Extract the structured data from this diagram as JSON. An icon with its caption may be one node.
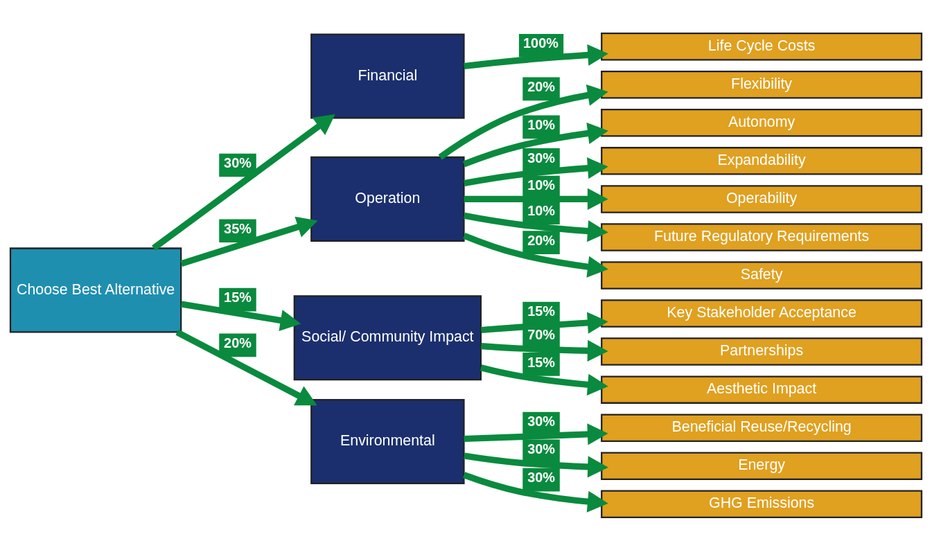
{
  "diagram": {
    "nodes": [
      {
        "text": [
          "Choose Best Alternative"
        ]
      },
      {
        "text": [
          "Financial"
        ]
      },
      {
        "text": [
          "Operation"
        ]
      },
      {
        "text": [
          "Social/ Community Impact"
        ]
      },
      {
        "text": [
          "Environmental"
        ]
      },
      {
        "text": [
          "Life Cycle Costs"
        ]
      },
      {
        "text": [
          "Flexibility"
        ]
      },
      {
        "text": [
          "Autonomy"
        ]
      },
      {
        "text": [
          "Expandability"
        ]
      },
      {
        "text": [
          "Operability"
        ]
      },
      {
        "text": [
          "Future Regulatory Requirements"
        ]
      },
      {
        "text": [
          "Safety"
        ]
      },
      {
        "text": [
          "Key Stakeholder Acceptance"
        ]
      },
      {
        "text": [
          "Partnerships"
        ]
      },
      {
        "text": [
          "Aesthetic Impact"
        ]
      },
      {
        "text": [
          "Beneficial Reuse/Recycling"
        ]
      },
      {
        "text": [
          "Energy"
        ]
      },
      {
        "text": [
          "GHG Emissions"
        ]
      }
    ],
    "edges": [
      {
        "from": 0,
        "to": 1,
        "arrow": "to",
        "label": "30%"
      },
      {
        "from": 0,
        "to": 2,
        "arrow": "to",
        "label": "35%"
      },
      {
        "from": 0,
        "to": 3,
        "arrow": "to",
        "label": "15%"
      },
      {
        "from": 0,
        "to": 4,
        "arrow": "to",
        "label": "20%"
      },
      {
        "from": 1,
        "to": 5,
        "arrow": "to",
        "label": "100%"
      },
      {
        "from": 2,
        "to": 6,
        "arrow": "to",
        "label": "20%"
      },
      {
        "from": 2,
        "to": 7,
        "arrow": "to",
        "label": "10%"
      },
      {
        "from": 2,
        "to": 8,
        "arrow": "to",
        "label": "30%"
      },
      {
        "from": 2,
        "to": 9,
        "arrow": "to",
        "label": "10%"
      },
      {
        "from": 2,
        "to": 10,
        "arrow": "to",
        "label": "10%"
      },
      {
        "from": 2,
        "to": 11,
        "arrow": "to",
        "label": "20%"
      },
      {
        "from": 3,
        "to": 12,
        "arrow": "to",
        "label": "15%"
      },
      {
        "from": 3,
        "to": 13,
        "arrow": "to",
        "label": "70%"
      },
      {
        "from": 3,
        "to": 14,
        "arrow": "to",
        "label": "15%"
      },
      {
        "from": 4,
        "to": 15,
        "arrow": "to",
        "label": "30%"
      },
      {
        "from": 4,
        "to": 16,
        "arrow": "to",
        "label": "30%"
      },
      {
        "from": 4,
        "to": 17,
        "arrow": "to",
        "label": "30%"
      }
    ]
  }
}
